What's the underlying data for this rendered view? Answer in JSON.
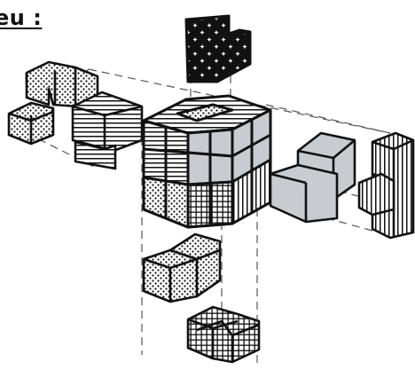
{
  "heading": {
    "text": "eu :"
  },
  "pieces": [
    {
      "name": "piece-top-black-stars",
      "pattern": "black-stars"
    },
    {
      "name": "piece-left-dotted-l",
      "pattern": "dots"
    },
    {
      "name": "piece-left-striped-h",
      "pattern": "hstripes"
    },
    {
      "name": "piece-center-composite-cube",
      "pattern": "mixed"
    },
    {
      "name": "piece-right-grey-l",
      "pattern": "grey"
    },
    {
      "name": "piece-far-right-striped-v",
      "pattern": "vstripes"
    },
    {
      "name": "piece-bottom-dotted",
      "pattern": "dots"
    },
    {
      "name": "piece-bottom-grid",
      "pattern": "grid"
    }
  ],
  "colors": {
    "ink": "#111111",
    "grey": "#c8ccd0",
    "paper": "#ffffff"
  }
}
